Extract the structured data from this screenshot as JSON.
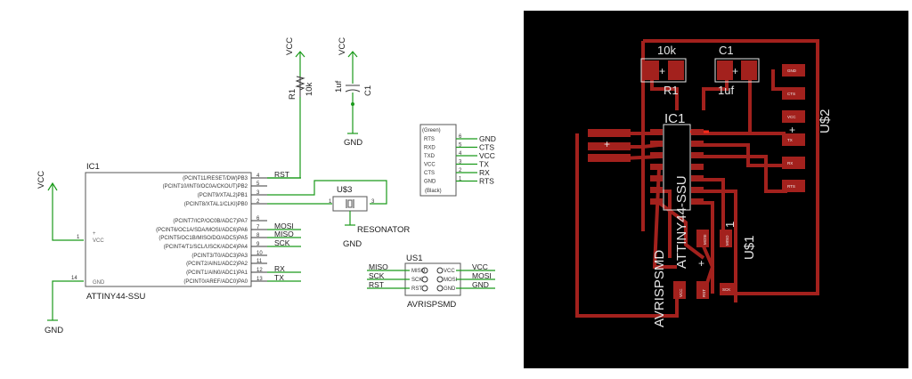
{
  "schematic": {
    "supply": {
      "vcc": "VCC",
      "gnd": "GND"
    },
    "r1": {
      "name": "R1",
      "value": "10k"
    },
    "c1": {
      "name": "C1",
      "value": "1uf"
    },
    "ic1": {
      "name": "IC1",
      "part": "ATTINY44-SSU",
      "plus": "+",
      "vcc_label": "VCC",
      "gnd_label": "GND",
      "vcc_pin": "1",
      "gnd_pin": "14",
      "pins": [
        {
          "label": "(PCINT11/RESET/DW)PB3",
          "num": "4",
          "net": "RST"
        },
        {
          "label": "(PCINT10/INT0/OC0A/CKOUT)PB2",
          "num": "5",
          "net": ""
        },
        {
          "label": "(PCINT9/XTAL2)PB1",
          "num": "3",
          "net": ""
        },
        {
          "label": "(PCINT8/XTAL1/CLKI)PB0",
          "num": "2",
          "net": ""
        },
        {
          "label": "(PCINT7/ICP/OC0B/ADC7)PA7",
          "num": "6",
          "net": ""
        },
        {
          "label": "(PCINT6/OC1A/SDA/MOSI/ADC6)PA6",
          "num": "7",
          "net": "MOSI"
        },
        {
          "label": "(PCINT5/OC1B/MISO/DO/ADC5)PA5",
          "num": "8",
          "net": "MISO"
        },
        {
          "label": "(PCINT4/T1/SCL/USCK/ADC4)PA4",
          "num": "9",
          "net": "SCK"
        },
        {
          "label": "(PCINT3/T0/ADC3)PA3",
          "num": "10",
          "net": ""
        },
        {
          "label": "(PCINT2/AIN1/ADC2)PA2",
          "num": "11",
          "net": ""
        },
        {
          "label": "(PCINT1/AIN0/ADC1)PA1",
          "num": "12",
          "net": "RX"
        },
        {
          "label": "(PCINT0/AREF/ADC0)PA0",
          "num": "13",
          "net": "TX"
        }
      ]
    },
    "ftdi": {
      "top": "(Green)",
      "bottom": "(Black)",
      "pins": [
        "RTS",
        "RXD",
        "TXD",
        "VCC",
        "CTS",
        "GND"
      ],
      "nums": [
        "6",
        "5",
        "4",
        "3",
        "2",
        "1"
      ],
      "nets": [
        "GND",
        "CTS",
        "VCC",
        "TX",
        "RX",
        "RTS"
      ]
    },
    "resonator": {
      "name": "U$3",
      "value": "RESONATOR",
      "pin1": "1",
      "pin3": "3"
    },
    "isp": {
      "name": "US1",
      "part": "AVRISPSMD",
      "left_nets": [
        "MISO",
        "SCK",
        "RST"
      ],
      "right_nets": [
        "VCC",
        "MOSI",
        "GND"
      ],
      "left_pins": [
        "MISO",
        "SCK",
        "RST"
      ],
      "right_pins": [
        "VCC",
        "MOSI",
        "GND"
      ]
    }
  },
  "pcb": {
    "r1": {
      "value": "10k",
      "name": "R1"
    },
    "c1": {
      "name": "C1",
      "value": "1uf"
    },
    "ic1": {
      "name": "IC1",
      "part": "ATTINY44-SSU"
    },
    "ftdi_name": "U$2",
    "u1": "U$1",
    "isp": "AVRISPSMD",
    "ftdi_pads": [
      "GND",
      "CTS",
      "VCC",
      "TX",
      "RX",
      "RTS"
    ],
    "misc": {
      "plus": "+",
      "one": "1",
      "mosi": "MOSI",
      "miso": "MISO",
      "vcc": "VCC",
      "rst": "RST",
      "sck": "SCK",
      "gnd": "GND"
    },
    "colors": {
      "board": "#000000",
      "copper": "#a3211d",
      "silk": "#e6e6e6",
      "highlight": "#ff2a1a"
    }
  }
}
